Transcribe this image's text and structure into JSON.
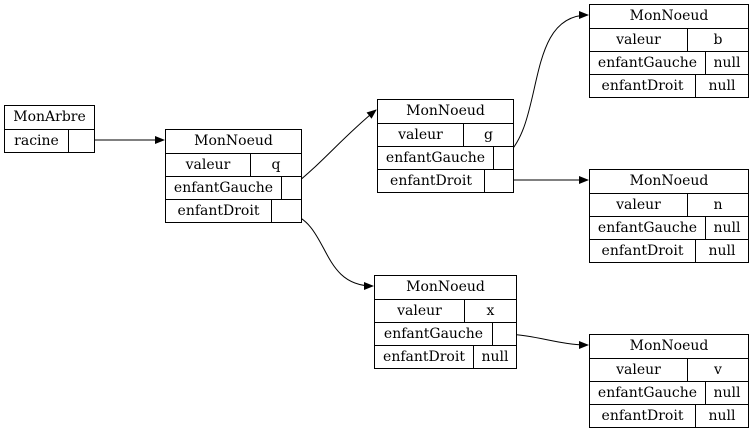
{
  "arbre": {
    "title": "MonArbre",
    "field": "racine"
  },
  "nodes": {
    "q": {
      "title": "MonNoeud",
      "valeur_label": "valeur",
      "valeur": "q",
      "gauche_label": "enfantGauche",
      "droit_label": "enfantDroit"
    },
    "g": {
      "title": "MonNoeud",
      "valeur_label": "valeur",
      "valeur": "g",
      "gauche_label": "enfantGauche",
      "droit_label": "enfantDroit"
    },
    "x": {
      "title": "MonNoeud",
      "valeur_label": "valeur",
      "valeur": "x",
      "gauche_label": "enfantGauche",
      "droit_label": "enfantDroit",
      "droit": "null"
    },
    "b": {
      "title": "MonNoeud",
      "valeur_label": "valeur",
      "valeur": "b",
      "gauche_label": "enfantGauche",
      "gauche": "null",
      "droit_label": "enfantDroit",
      "droit": "null"
    },
    "n": {
      "title": "MonNoeud",
      "valeur_label": "valeur",
      "valeur": "n",
      "gauche_label": "enfantGauche",
      "gauche": "null",
      "droit_label": "enfantDroit",
      "droit": "null"
    },
    "v": {
      "title": "MonNoeud",
      "valeur_label": "valeur",
      "valeur": "v",
      "gauche_label": "enfantGauche",
      "gauche": "null",
      "droit_label": "enfantDroit",
      "droit": "null"
    }
  }
}
